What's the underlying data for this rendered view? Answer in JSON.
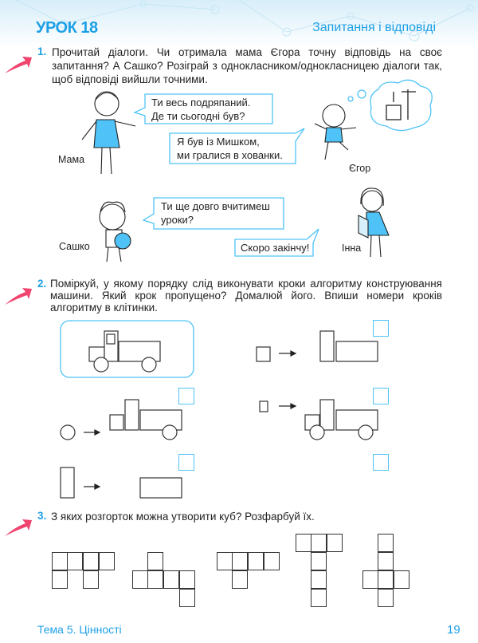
{
  "header": {
    "lesson": "УРОК 18",
    "topic": "Запитання і відповіді"
  },
  "task1": {
    "number": "1.",
    "text": "Прочитай діалоги. Чи отримала мама Єгора точну відповідь на своє запитання? А Сашко? Розіграй з однокласником/однокласницею діалоги так, щоб відповіді вийшли точними.",
    "dialogs": [
      {
        "speaker": "Мама",
        "lines": [
          "Ти весь подряпаний.",
          "Де ти сьогодні був?"
        ]
      },
      {
        "speaker": "Єгор",
        "lines": [
          "Я був із Мишком,",
          "ми гралися в хованки."
        ]
      },
      {
        "speaker": "Сашко",
        "lines": [
          "Ти ще довго вчитимеш",
          "уроки?"
        ]
      },
      {
        "speaker": "Інна",
        "lines": [
          "Скоро закінчу!"
        ]
      }
    ]
  },
  "task2": {
    "number": "2.",
    "text": "Поміркуй, у якому порядку слід виконувати кроки алгоритму конструювання машини. Який крок пропущено? Домалюй його. Впиши номери кроків алгоритму в клітинки.",
    "answer_boxes": [
      "",
      "",
      "",
      "",
      ""
    ]
  },
  "task3": {
    "number": "3.",
    "text": "З яких розгорток можна утворити куб? Розфарбуй їх.",
    "nets": [
      {
        "cells": [
          [
            0,
            0
          ],
          [
            1,
            0
          ],
          [
            2,
            0
          ],
          [
            3,
            0
          ],
          [
            0,
            1
          ],
          [
            2,
            1
          ]
        ]
      },
      {
        "cells": [
          [
            1,
            0
          ],
          [
            0,
            1
          ],
          [
            1,
            1
          ],
          [
            2,
            1
          ],
          [
            3,
            1
          ],
          [
            3,
            2
          ]
        ]
      },
      {
        "cells": [
          [
            0,
            0
          ],
          [
            1,
            0
          ],
          [
            2,
            0
          ],
          [
            3,
            0
          ],
          [
            1,
            1
          ]
        ]
      },
      {
        "cells": [
          [
            0,
            0
          ],
          [
            1,
            0
          ],
          [
            2,
            0
          ],
          [
            1,
            1
          ],
          [
            1,
            2
          ],
          [
            1,
            3
          ]
        ]
      },
      {
        "cells": [
          [
            1,
            0
          ],
          [
            1,
            1
          ],
          [
            0,
            2
          ],
          [
            1,
            2
          ],
          [
            2,
            2
          ],
          [
            1,
            3
          ]
        ]
      }
    ]
  },
  "footer": {
    "theme": "Тема 5. Цінності",
    "page": "19"
  },
  "colors": {
    "accent": "#1ea0e6",
    "arrow": "#f0446e",
    "box": "#4fc3f7"
  }
}
